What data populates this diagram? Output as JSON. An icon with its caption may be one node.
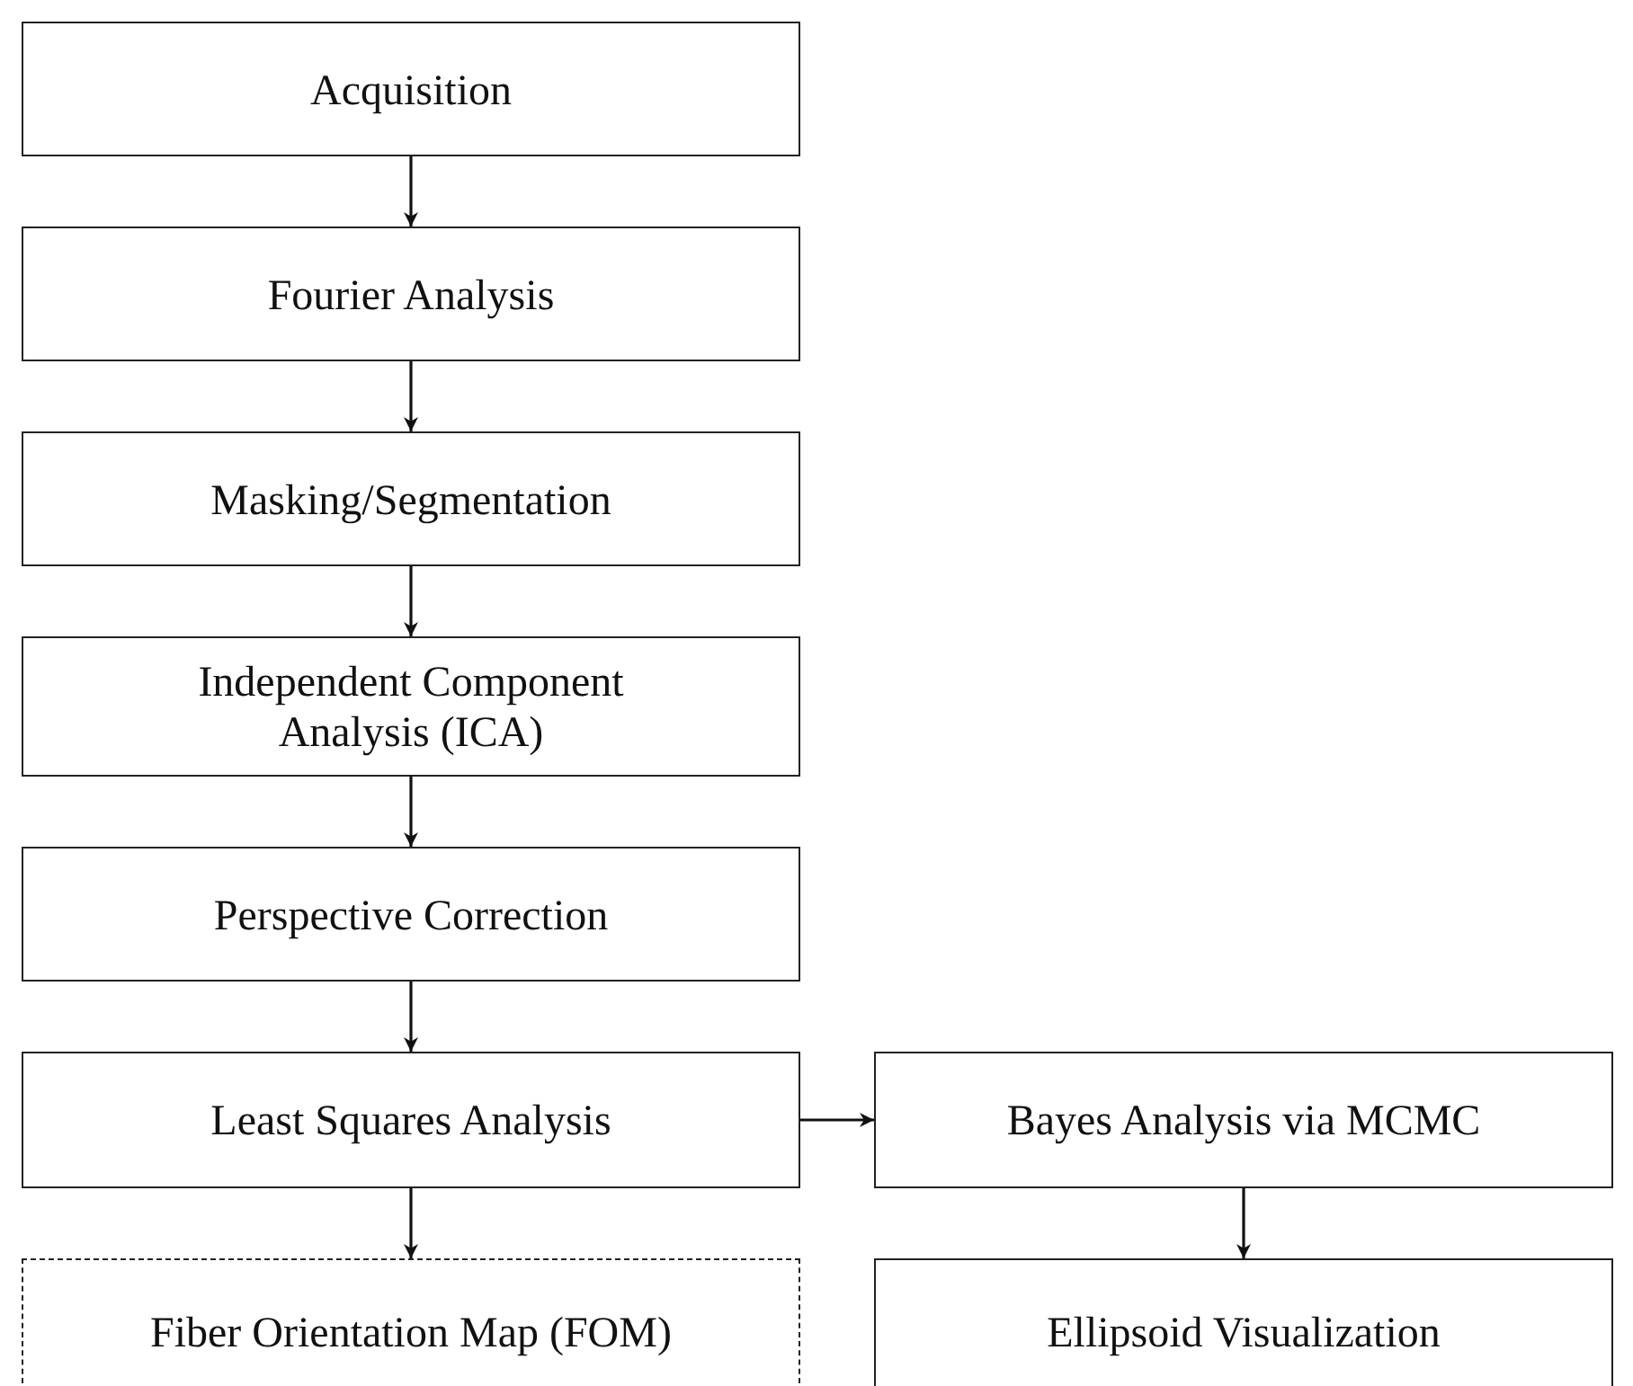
{
  "diagram": {
    "nodes": [
      {
        "text": [
          "Acquisition"
        ]
      },
      {
        "text": [
          "Fourier Analysis"
        ]
      },
      {
        "text": [
          "Masking/Segmentation"
        ]
      },
      {
        "text": [
          "Independent Component Analysis (ICA)"
        ]
      },
      {
        "text": [
          "Perspective Correction"
        ]
      },
      {
        "text": [
          "Least Squares Analysis"
        ]
      },
      {
        "text": [
          "Bayes Analysis via MCMC"
        ]
      },
      {
        "text": [
          "Fiber Orientation Map (FOM)"
        ]
      },
      {
        "text": [
          "Ellipsoid Visualization"
        ]
      }
    ],
    "edges": [
      {
        "from": 0,
        "to": 1,
        "arrow": "to"
      },
      {
        "from": 1,
        "to": 2,
        "arrow": "to"
      },
      {
        "from": 2,
        "to": 3,
        "arrow": "to"
      },
      {
        "from": 3,
        "to": 4,
        "arrow": "to"
      },
      {
        "from": 4,
        "to": 5,
        "arrow": "to"
      },
      {
        "from": 5,
        "to": 6,
        "arrow": "to"
      },
      {
        "from": 5,
        "to": 7,
        "arrow": "to"
      },
      {
        "from": 6,
        "to": 8,
        "arrow": "to"
      }
    ]
  }
}
